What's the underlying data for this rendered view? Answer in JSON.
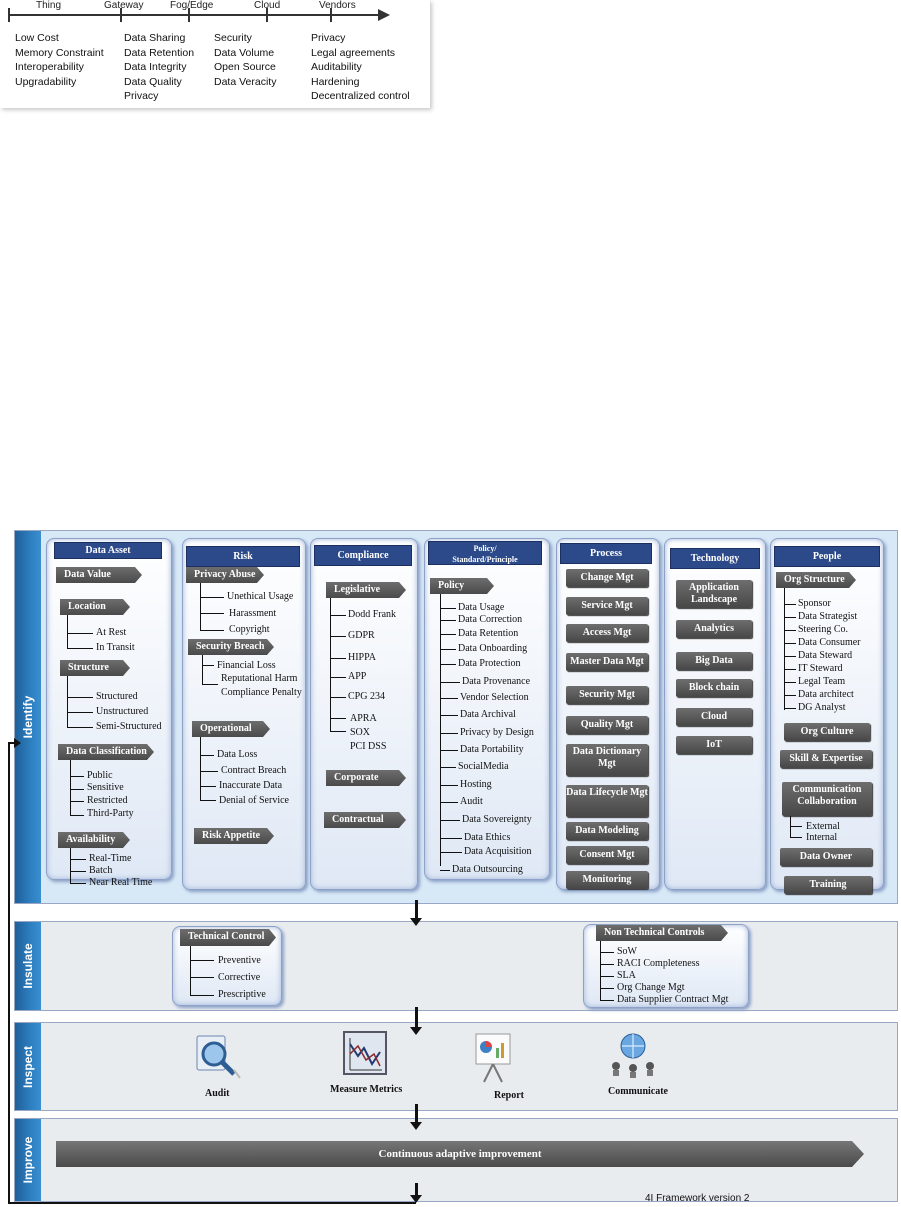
{
  "timeline": {
    "stages": [
      "Thing",
      "Gateway",
      "Fog/Edge",
      "Cloud",
      "Vendors"
    ],
    "columns": [
      [
        "Low Cost",
        "Memory  Constraint",
        "Interoperability",
        "Upgradability"
      ],
      [
        "Data Sharing",
        "Data Retention",
        "Data Integrity",
        "Data Quality",
        "Privacy"
      ],
      [
        "Security",
        "Data Volume",
        "Open Source",
        "Data Veracity"
      ],
      [
        "Privacy",
        "Legal agreements",
        "Auditability",
        "Hardening",
        "Decentralized control"
      ]
    ]
  },
  "phases": {
    "identify": "Identify",
    "insulate": "Insulate",
    "inspect": "Inspect",
    "improve": "Improve"
  },
  "identify": {
    "data_asset": {
      "title": "Data Asset",
      "data_value": "Data Value",
      "location": "Location",
      "location_items": [
        "At Rest",
        "In Transit"
      ],
      "structure": "Structure",
      "structure_items": [
        "Structured",
        "Unstructured",
        "Semi-Structured"
      ],
      "classification": "Data Classification",
      "classification_items": [
        "Public",
        "Sensitive",
        "Restricted",
        "Third-Party"
      ],
      "availability": "Availability",
      "availability_items": [
        "Real-Time",
        "Batch",
        "Near Real Time"
      ]
    },
    "risk": {
      "title": "Risk",
      "privacy_abuse": "Privacy Abuse",
      "privacy_items": [
        "Unethical Usage",
        "Harassment",
        "Copyright"
      ],
      "security_breach": "Security Breach",
      "security_items": [
        "Financial Loss",
        "Reputational Harm",
        "Compliance Penalty"
      ],
      "operational": "Operational",
      "operational_items": [
        "Data Loss",
        "Contract Breach",
        "Inaccurate Data",
        "Denial of Service"
      ],
      "appetite": "Risk Appetite"
    },
    "compliance": {
      "title": "Compliance",
      "legislative": "Legislative",
      "legislative_items": [
        "Dodd Frank",
        "GDPR",
        "HIPPA",
        "APP",
        "CPG 234",
        "APRA",
        "SOX",
        "PCI DSS"
      ],
      "corporate": "Corporate",
      "contractual": "Contractual"
    },
    "policy": {
      "title_1": "Policy/",
      "title_2": "Standard/Principle",
      "policy": "Policy",
      "items": [
        "Data  Usage",
        "Data Correction",
        "Data Retention",
        "Data Onboarding",
        "Data Protection",
        "Data Provenance",
        "Vendor Selection",
        "Data Archival",
        "Privacy by Design",
        "Data  Portability",
        "SocialMedia",
        "Hosting",
        "Audit",
        "Data Sovereignty",
        "Data Ethics",
        "Data Acquisition",
        "Data  Outsourcing"
      ]
    },
    "process": {
      "title": "Process",
      "items": [
        "Change Mgt",
        "Service Mgt",
        "Access Mgt",
        "Master Data Mgt",
        "Security Mgt",
        "Quality Mgt",
        "Data Dictionary Mgt",
        "Data Lifecycle Mgt",
        "Data Modeling",
        "Consent Mgt",
        "Monitoring"
      ]
    },
    "technology": {
      "title": "Technology",
      "items": [
        "Application Landscape",
        "Analytics",
        "Big Data",
        "Block chain",
        "Cloud",
        "IoT"
      ]
    },
    "people": {
      "title": "People",
      "org_structure": "Org Structure",
      "org_items": [
        "Sponsor",
        "Data Strategist",
        "Steering Co.",
        "Data Consumer",
        "Data Steward",
        "IT Steward",
        "Legal Team",
        "Data architect",
        "DG Analyst"
      ],
      "org_culture": "Org Culture",
      "skill": "Skill & Expertise",
      "communication": "Communication Collaboration",
      "comm_items": [
        "External",
        "Internal"
      ],
      "data_owner": "Data Owner",
      "training": "Training"
    }
  },
  "insulate": {
    "technical": {
      "title": "Technical Control",
      "items": [
        "Preventive",
        "Corrective",
        "Prescriptive"
      ]
    },
    "non_technical": {
      "title": "Non Technical Controls",
      "items": [
        "SoW",
        "RACI Completeness",
        "SLA",
        "Org Change Mgt",
        "Data Supplier Contract Mgt"
      ]
    }
  },
  "inspect": {
    "items": [
      "Audit",
      "Measure Metrics",
      "Report",
      "Communicate"
    ]
  },
  "improve": {
    "label": "Continuous adaptive improvement"
  },
  "caption": "4I Framework version 2",
  "colors": {
    "tab_blue": "#2d7fc0",
    "header_navy": "#2c4a8a",
    "chevron_gray": "#555555",
    "panel_light": "#dfe8f5"
  }
}
